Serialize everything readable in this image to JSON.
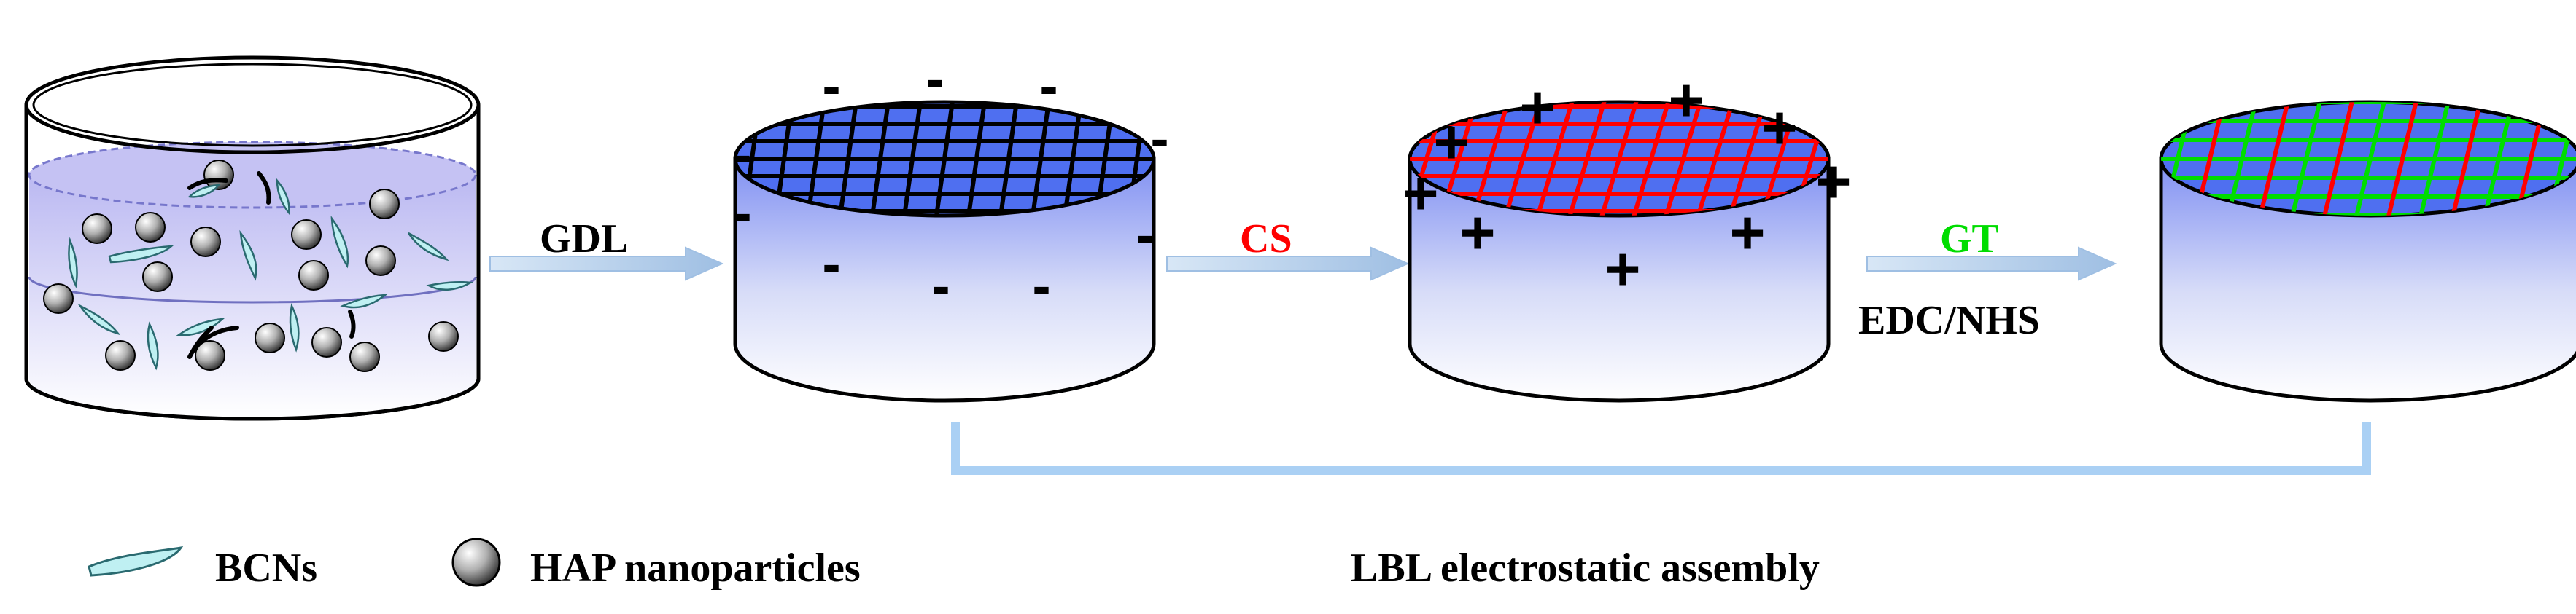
{
  "arrows": {
    "step1": "GDL",
    "step2": "CS",
    "step3_top": "GT",
    "step3_bottom": "EDC/NHS"
  },
  "legend": {
    "bcn": "BCNs",
    "hap": "HAP nanoparticles"
  },
  "bracket_label": "LBL electrostatic assembly",
  "charges": {
    "negative": "-",
    "positive": "+"
  },
  "colors": {
    "mesh_top": "#4f6ff0",
    "cylinder_shade": "#7f8ff2",
    "grid_dark": "#000000",
    "grid_red": "#ff0000",
    "grid_green": "#00dd00",
    "arrow": "#a9c6e6",
    "bracket": "#aad0f4",
    "label_cs": "#ff0000",
    "label_gt": "#00dd00",
    "solution": "#9a9ae8",
    "bcn_fiber": "#8fe0e6"
  }
}
